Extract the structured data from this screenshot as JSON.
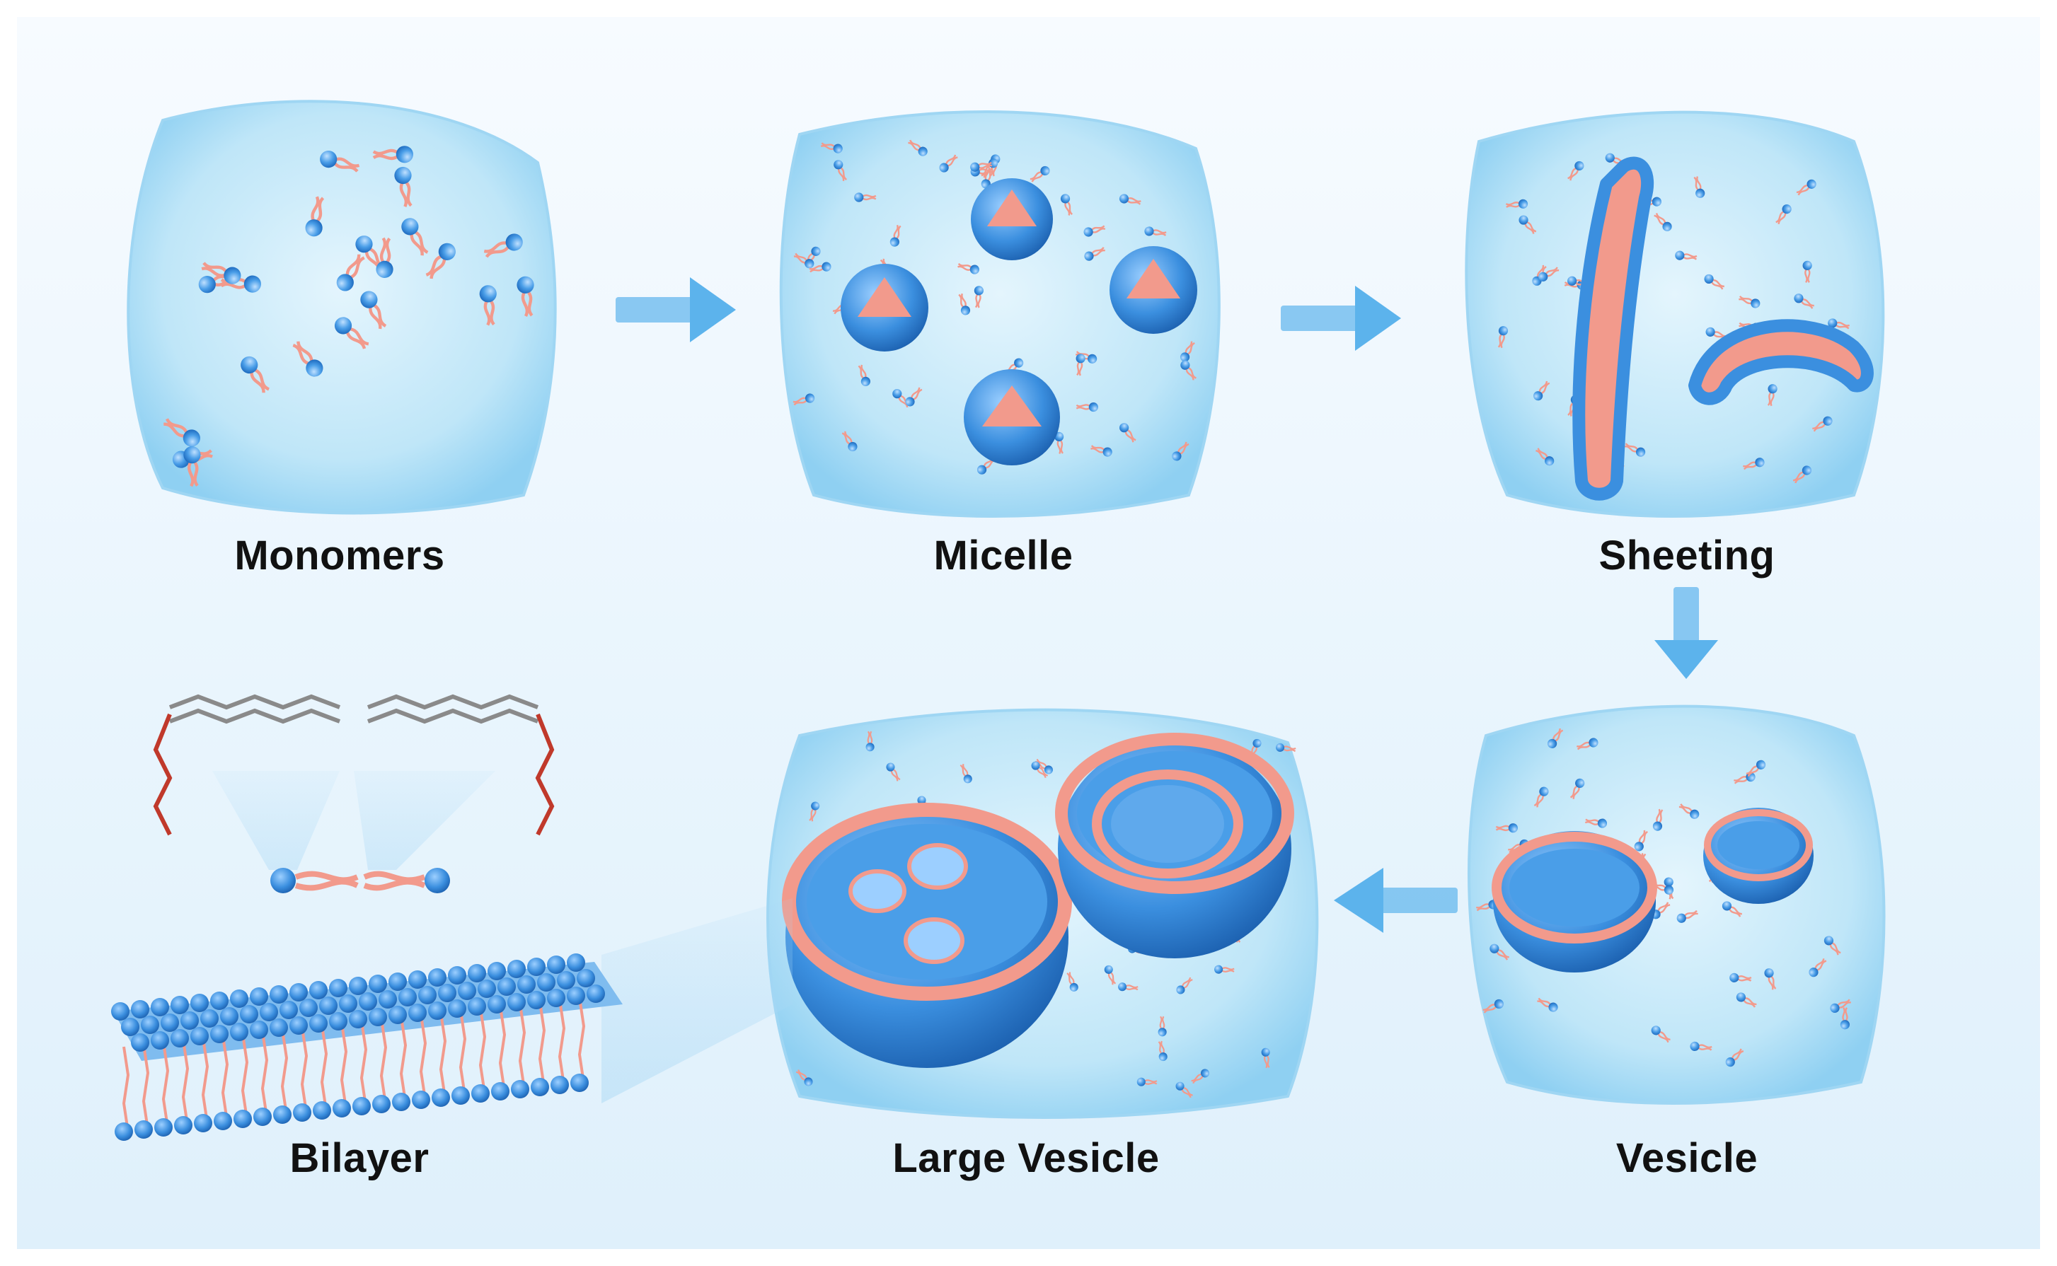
{
  "diagram": {
    "stages": [
      {
        "id": "monomers",
        "label": "Monomers"
      },
      {
        "id": "micelle",
        "label": "Micelle"
      },
      {
        "id": "sheeting",
        "label": "Sheeting"
      },
      {
        "id": "vesicle",
        "label": "Vesicle"
      },
      {
        "id": "large-vesicle",
        "label": "Large Vesicle"
      },
      {
        "id": "bilayer",
        "label": "Bilayer"
      }
    ],
    "flow": [
      "monomers",
      "micelle",
      "sheeting",
      "vesicle",
      "large-vesicle"
    ]
  },
  "colors": {
    "background": "#e9f5fd",
    "water_blob": "#bfe6f8",
    "head_group": "#4a9ee8",
    "tail": "#f29a8c",
    "arrow": "#5cb3ec",
    "label": "#111111"
  }
}
